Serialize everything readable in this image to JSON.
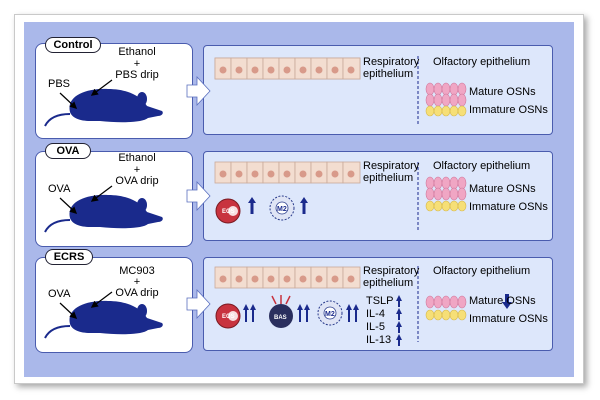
{
  "panels": [
    {
      "label": "Control",
      "left_route": "PBS",
      "treatment_1": "Ethanol",
      "plus": "+",
      "treatment_2": "PBS drip",
      "resp_line1": "Respiratory",
      "resp_line2": "epithelium",
      "olf_title": "Olfactory epithelium",
      "mature": "Mature OSNs",
      "immature": "Immature OSNs"
    },
    {
      "label": "OVA",
      "left_route": "OVA",
      "treatment_1": "Ethanol",
      "plus": "+",
      "treatment_2": "OVA drip",
      "resp_line1": "Respiratory",
      "resp_line2": "epithelium",
      "olf_title": "Olfactory epithelium",
      "mature": "Mature OSNs",
      "immature": "Immature OSNs",
      "cells": [
        "EOS",
        "M2"
      ]
    },
    {
      "label": "ECRS",
      "left_route": "OVA",
      "treatment_1": "MC903",
      "plus": "+",
      "treatment_2": "OVA drip",
      "resp_line1": "Respiratory",
      "resp_line2": "epithelium",
      "olf_title": "Olfactory epithelium",
      "mature": "Mature OSNs",
      "immature": "Immature OSNs",
      "cells": [
        "EOS",
        "BAS",
        "M2"
      ],
      "cytokines": [
        "TSLP",
        "IL-4",
        "IL-5",
        "IL-13"
      ]
    }
  ],
  "colors": {
    "background": "#aab8ea",
    "mouse": "#1a2a8c",
    "resp_cell": "#f3ddd0",
    "mature_osn": "#f0a6c4",
    "immature_osn": "#f6df77",
    "arrow": "#1a2a8c"
  }
}
